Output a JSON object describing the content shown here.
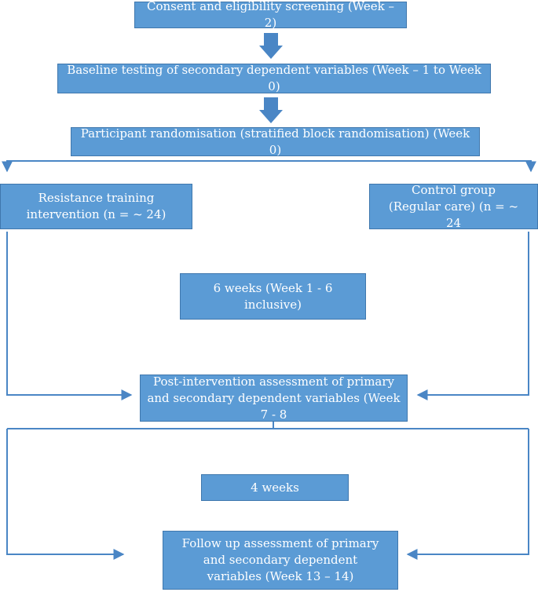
{
  "flowchart": {
    "consent": "Consent and eligibility screening (Week – 2)",
    "baseline": "Baseline testing of secondary dependent variables (Week – 1 to Week 0)",
    "randomisation": "Participant randomisation (stratified block randomisation) (Week 0)",
    "resistance": "Resistance training intervention (n = ~ 24)",
    "control": "Control group (Regular care) (n = ~ 24",
    "six_weeks": "6 weeks (Week 1 - 6 inclusive)",
    "post_assessment": "Post-intervention assessment of primary and secondary dependent variables (Week 7 - 8",
    "four_weeks": "4 weeks",
    "follow_up": "Follow up assessment of primary and secondary dependent variables (Week 13 – 14)"
  },
  "colors": {
    "box_fill": "#5b9bd5",
    "box_border": "#3f77ad",
    "line": "#4a86c5",
    "text": "#ffffff"
  }
}
